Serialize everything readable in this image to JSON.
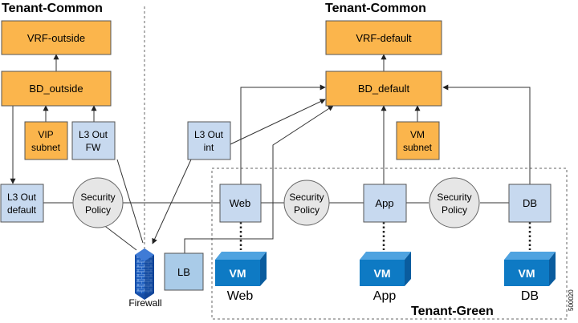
{
  "tenants": {
    "common_left": "Tenant-Common",
    "common_right": "Tenant-Common",
    "green": "Tenant-Green"
  },
  "boxes": {
    "vrf_outside": "VRF-outside",
    "bd_outside": "BD_outside",
    "vip_subnet": [
      "VIP",
      "subnet"
    ],
    "l3out_fw": [
      "L3 Out",
      "FW"
    ],
    "l3out_default": [
      "L3 Out",
      "default"
    ],
    "l3out_int": [
      "L3 Out",
      "int"
    ],
    "vrf_default": "VRF-default",
    "bd_default": "BD_default",
    "vm_subnet": [
      "VM",
      "subnet"
    ],
    "web": "Web",
    "app": "App",
    "db": "DB",
    "lb": "LB"
  },
  "policies": [
    [
      "Security",
      "Policy"
    ],
    [
      "Security",
      "Policy"
    ],
    [
      "Security",
      "Policy"
    ]
  ],
  "vms": [
    {
      "badge": "VM",
      "label": "Web"
    },
    {
      "badge": "VM",
      "label": "App"
    },
    {
      "badge": "VM",
      "label": "DB"
    }
  ],
  "firewall_label": "Firewall",
  "figure_number": "500020",
  "colors": {
    "orange": "#FBB54C",
    "blue": "#C7D9EF",
    "vm_blue": "#0E7AC4"
  }
}
